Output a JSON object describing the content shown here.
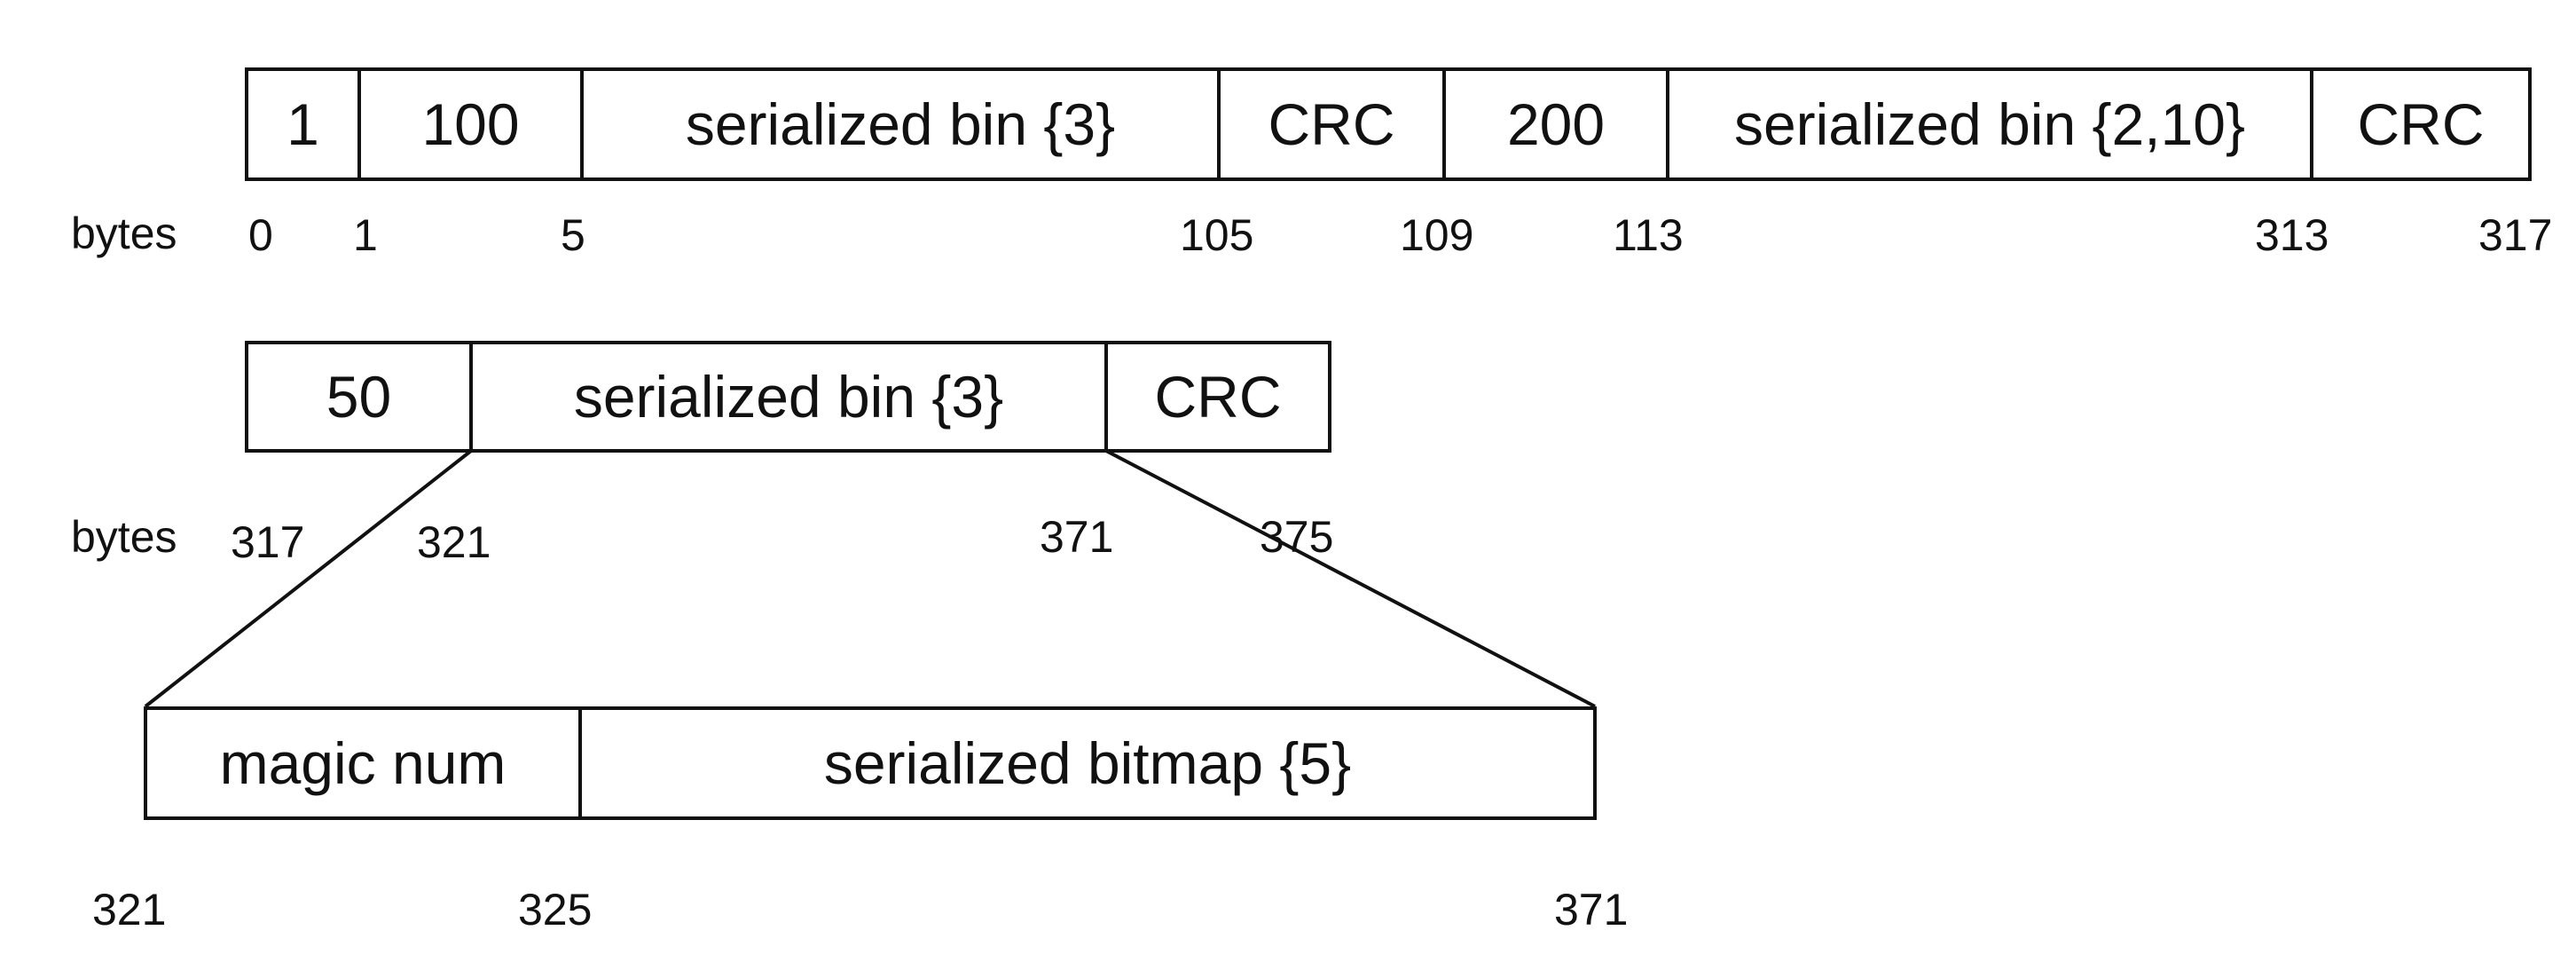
{
  "row1": {
    "cells": [
      "1",
      "100",
      "serialized bin {3}",
      "CRC",
      "200",
      "serialized bin {2,10}",
      "CRC"
    ],
    "bytes_label": "bytes",
    "offsets": [
      "0",
      "1",
      "5",
      "105",
      "109",
      "113",
      "313",
      "317"
    ]
  },
  "row2": {
    "cells": [
      "50",
      "serialized bin {3}",
      "CRC"
    ],
    "bytes_label": "bytes",
    "offsets": [
      "317",
      "321",
      "371",
      "375"
    ]
  },
  "row3": {
    "cells": [
      "magic num",
      "serialized bitmap {5}"
    ],
    "offsets": [
      "321",
      "325",
      "371"
    ]
  }
}
